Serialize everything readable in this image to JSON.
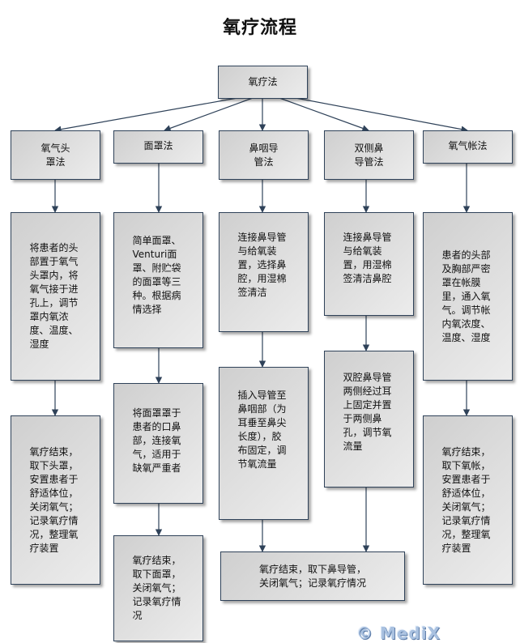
{
  "title": "氧疗流程",
  "root": "氧疗法",
  "columns": [
    {
      "method": "氧气头罩法",
      "method_lines": [
        "氧气头",
        "罩法"
      ],
      "steps": [
        "将患者的头部置于氧气头罩内，将氧气接于进孔上，调节罩内氧浓度、温度、湿度",
        "氧疗结束，取下头罩，安置患者于舒适体位，关闭氧气；记录氧疗情况，整理氧疗装置"
      ]
    },
    {
      "method": "面罩法",
      "method_lines": [
        "面罩法"
      ],
      "steps": [
        "简单面罩、Venturi面罩、附贮袋的面罩等三种。根据病情选择",
        "将面罩罩于患者的口鼻部，连接氧气，适用于缺氧严重者",
        "氧疗结束，取下面罩，关闭氧气；记录氧疗情况"
      ]
    },
    {
      "method": "鼻咽导管法",
      "method_lines": [
        "鼻咽导",
        "管法"
      ],
      "steps": [
        "连接鼻导管与给氧装置，选择鼻腔，用湿棉签清洁",
        "插入导管至鼻咽部（为耳垂至鼻尖长度），胶布固定，调节氧流量"
      ]
    },
    {
      "method": "双侧鼻导管法",
      "method_lines": [
        "双侧鼻",
        "导管法"
      ],
      "steps": [
        "连接鼻导管与给氧装置，用湿棉签清洁鼻腔",
        "双腔鼻导管两侧经过耳上固定并置于两侧鼻孔，调节氧流量"
      ]
    },
    {
      "method": "氧气帐法",
      "method_lines": [
        "氧气帐法"
      ],
      "steps": [
        "患者的头部及胸部严密罩在帐膜里，通入氧气。调节帐内氧浓度、温度、湿度",
        "氧疗结束，取下氧帐，安置患者于舒适体位，关闭氧气；记录氧疗情况，整理氧疗装置"
      ]
    }
  ],
  "shared_end": {
    "text": "氧疗结束，取下鼻导管，关闭氧气；记录氧疗情况",
    "lines": [
      "氧疗结束，取下鼻导管，",
      "关闭氧气；记录氧疗情况"
    ]
  },
  "watermark": "© MediX",
  "colors": {
    "border": "#2f4259",
    "arrow": "#2f4259",
    "watermark": "#a9c1e0"
  }
}
